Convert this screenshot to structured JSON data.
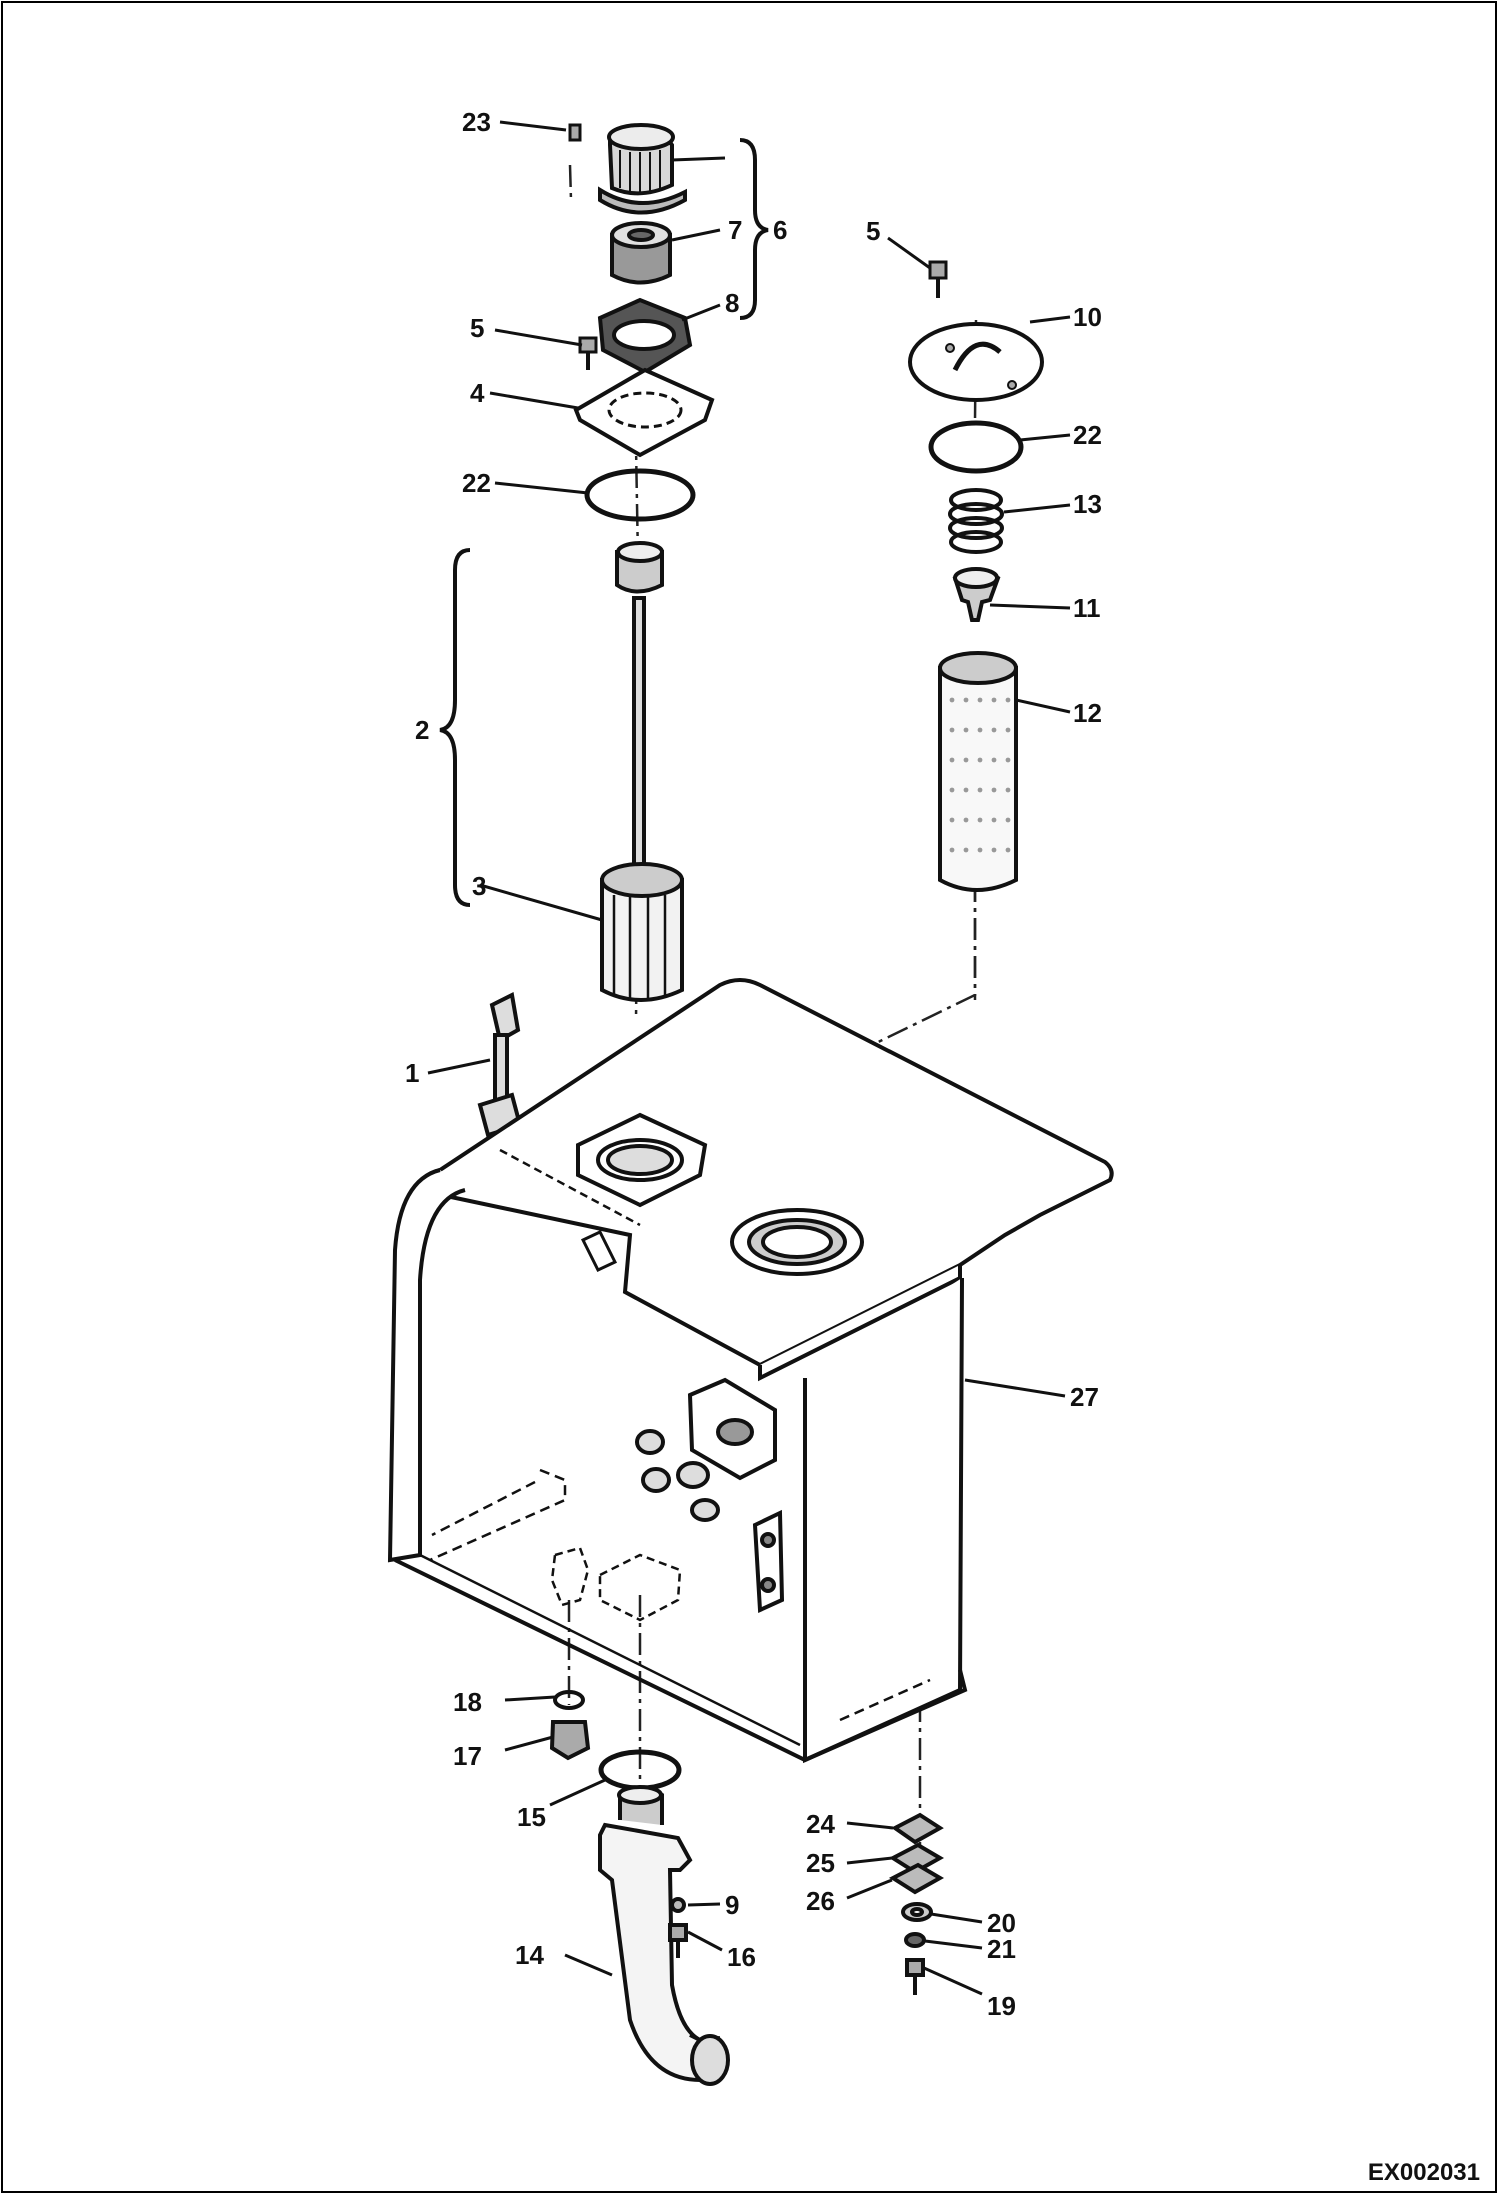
{
  "diagram": {
    "drawing_id": "EX002031",
    "callouts": [
      {
        "id": "c23",
        "label": "23"
      },
      {
        "id": "c6",
        "label": "6"
      },
      {
        "id": "c7",
        "label": "7"
      },
      {
        "id": "c8",
        "label": "8"
      },
      {
        "id": "c5a",
        "label": "5"
      },
      {
        "id": "c4",
        "label": "4"
      },
      {
        "id": "c22a",
        "label": "22"
      },
      {
        "id": "c2",
        "label": "2"
      },
      {
        "id": "c3",
        "label": "3"
      },
      {
        "id": "c1",
        "label": "1"
      },
      {
        "id": "c5b",
        "label": "5"
      },
      {
        "id": "c10",
        "label": "10"
      },
      {
        "id": "c22b",
        "label": "22"
      },
      {
        "id": "c13",
        "label": "13"
      },
      {
        "id": "c11",
        "label": "11"
      },
      {
        "id": "c12",
        "label": "12"
      },
      {
        "id": "c27",
        "label": "27"
      },
      {
        "id": "c18",
        "label": "18"
      },
      {
        "id": "c17",
        "label": "17"
      },
      {
        "id": "c15",
        "label": "15"
      },
      {
        "id": "c9",
        "label": "9"
      },
      {
        "id": "c16",
        "label": "16"
      },
      {
        "id": "c14",
        "label": "14"
      },
      {
        "id": "c24",
        "label": "24"
      },
      {
        "id": "c25",
        "label": "25"
      },
      {
        "id": "c26",
        "label": "26"
      },
      {
        "id": "c20",
        "label": "20"
      },
      {
        "id": "c21",
        "label": "21"
      },
      {
        "id": "c19",
        "label": "19"
      }
    ]
  }
}
